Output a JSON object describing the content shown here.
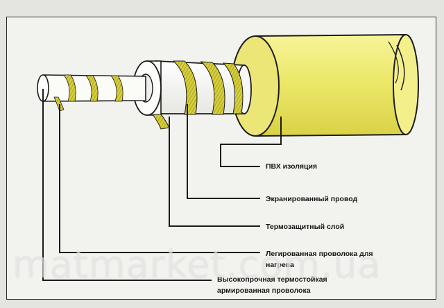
{
  "diagram": {
    "labels": {
      "pvc_insulation": "ПВХ изоляция",
      "shielded_wire": "Экранированный провод",
      "heat_protective_layer": "Термозащитный слой",
      "alloy_heating_wire": "Легированная проволока для нагрева",
      "heat_resistant_core": "Высокопрочная термостойкая армированная проволока"
    },
    "label_lines": {
      "alloy_heating_wire": [
        "Легированная проволока для",
        "нагрева"
      ],
      "heat_resistant_core": [
        "Высокопрочная термостойкая",
        "армированная проволока"
      ]
    },
    "colors": {
      "pvc_yellow": "#ece86a",
      "shield_yellow": "#d8d23a",
      "spiral": "#c9b94c",
      "line": "#1b1b1b"
    }
  },
  "watermark": "matmarket.com.ua"
}
